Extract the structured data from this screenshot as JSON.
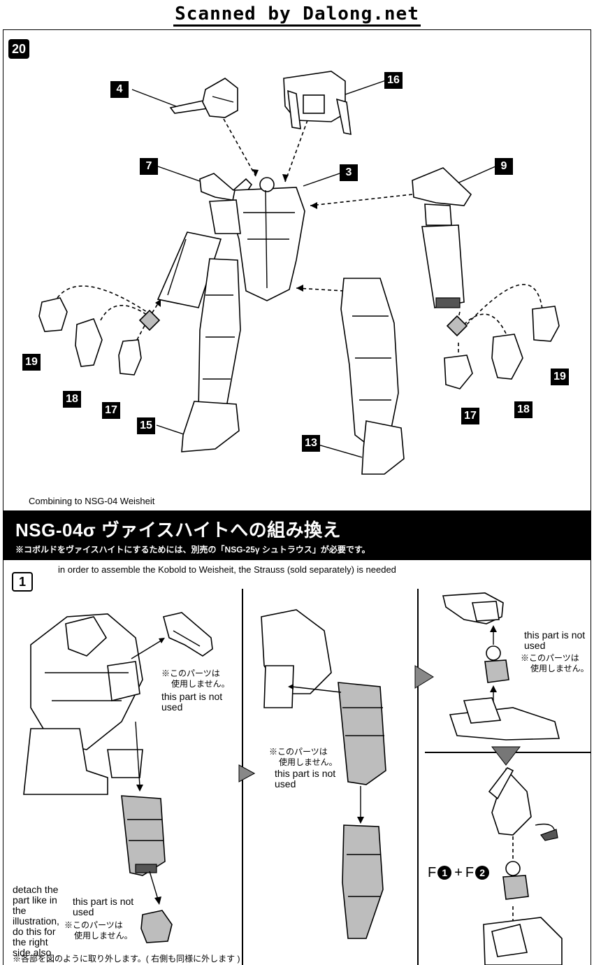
{
  "header": {
    "title": "Scanned by Dalong.net"
  },
  "step20": {
    "number": "20",
    "callouts": {
      "c4": "4",
      "c16": "16",
      "c7": "7",
      "c3": "3",
      "c9": "9",
      "c19_left": "19",
      "c18_left": "18",
      "c17_left": "17",
      "c15": "15",
      "c13": "13",
      "c17_right": "17",
      "c18_right": "18",
      "c19_right": "19"
    },
    "caption": "Combining to NSG-04 Weisheit"
  },
  "banner": {
    "title": "NSG-04σ ヴァイスハイトへの組み換え",
    "subtitle": "※コボルドをヴァイスハイトにするためには、別売の「NSG-25γ シュトラウス」が必要です。"
  },
  "step1": {
    "number": "1",
    "intro": "in order to assemble the Kobold to Weisheit, the Strauss (sold separately) is needed",
    "panel1": {
      "jp_note1_line1": "※このパーツは",
      "jp_note1_line2": "使用しません。",
      "en_note1": "this part is not used",
      "en_note2": "this part is not used",
      "jp_note2_line1": "※このパーツは",
      "jp_note2_line2": "使用しません。",
      "detach_note": "detach the part like in the illustration, do this for the right side also",
      "footer_jp": "※各部を図のように取り外します。( 右側も同様に外します )"
    },
    "panel2": {
      "jp_note_line1": "※このパーツは",
      "jp_note_line2": "使用しません。",
      "en_note": "this part is not used"
    },
    "panel3": {
      "en_note": "this part is not used",
      "jp_note_line1": "※このパーツは",
      "jp_note_line2": "使用しません。",
      "combo_f1": "F",
      "combo_n1": "1",
      "combo_plus": "+",
      "combo_f2": "F",
      "combo_n2": "2"
    }
  }
}
